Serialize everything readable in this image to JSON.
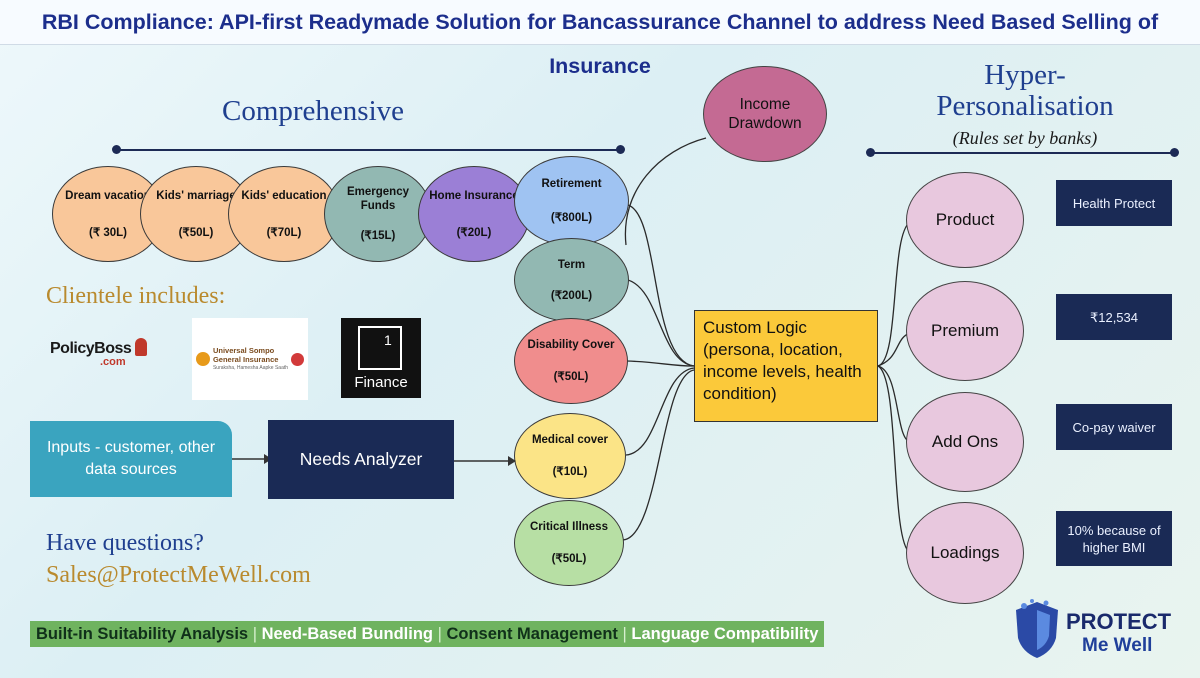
{
  "title": "RBI Compliance: API-first Readymade Solution for Bancassurance Channel to address Need Based Selling of Insurance",
  "comprehensive": "Comprehensive",
  "hyper": {
    "line1": "Hyper-",
    "line2": "Personalisation",
    "line3": "(Rules set by banks)"
  },
  "income_drawdown": {
    "line1": "Income",
    "line2": "Drawdown"
  },
  "goals": [
    {
      "name": "Dream vacation",
      "amount": "(₹ 30L)",
      "color": "#f9c79a"
    },
    {
      "name": "Kids' marriage",
      "amount": "(₹50L)",
      "color": "#f9c79a"
    },
    {
      "name": "Kids' education",
      "amount": "(₹70L)",
      "color": "#f9c79a"
    },
    {
      "name": "Emergency Funds",
      "amount": "(₹15L)",
      "color": "#92b8b2"
    },
    {
      "name": "Home Insurance",
      "amount": "(₹20L)",
      "color": "#9b7fd6"
    }
  ],
  "covers": [
    {
      "name": "Retirement",
      "amount": "(₹800L)",
      "color": "#9fc3f2"
    },
    {
      "name": "Term",
      "amount": "(₹200L)",
      "color": "#92b8b2"
    },
    {
      "name": "Disability Cover",
      "amount": "(₹50L)",
      "color": "#f08d8d"
    },
    {
      "name": "Medical cover",
      "amount": "(₹10L)",
      "color": "#fbe487"
    },
    {
      "name": "Critical Illness",
      "amount": "(₹50L)",
      "color": "#b7dfa4"
    }
  ],
  "clientele": "Clientele includes:",
  "logos": {
    "policyboss": {
      "main": "PolicyBoss",
      "sub": ".com"
    },
    "sompo": {
      "line1": "Universal Sompo",
      "line2": "General Insurance",
      "tag": "Suraksha, Hamesha Aapke Saath"
    },
    "finance": {
      "num": "1",
      "word": "Finance"
    }
  },
  "inputs_box": "Inputs - customer, other data sources",
  "needs_analyzer": "Needs Analyzer",
  "custom_logic": "Custom Logic (persona, location, income levels, health condition)",
  "outputs": [
    {
      "label": "Product",
      "value": "Health Protect"
    },
    {
      "label": "Premium",
      "value": "₹12,534"
    },
    {
      "label": "Add Ons",
      "value": "Co-pay waiver"
    },
    {
      "label": "Loadings",
      "value": "10% because of higher BMI"
    }
  ],
  "questions": {
    "line1": "Have questions?",
    "email": "Sales@ProtectMeWell.com"
  },
  "footer": [
    "Built-in Suitability Analysis",
    "Need-Based Bundling",
    "Consent Management",
    "Language Compatibility"
  ],
  "brand": {
    "line1": "PROTECT",
    "line2": "Me Well"
  },
  "colors": {
    "title": "#1c2e8c",
    "navy": "#1a2a55",
    "custom_logic": "#fbc93a",
    "circle": "#e8c8de",
    "drawdown": "#c46a93",
    "footer": "#6fb35f",
    "inputs": "#3aa4bf"
  }
}
